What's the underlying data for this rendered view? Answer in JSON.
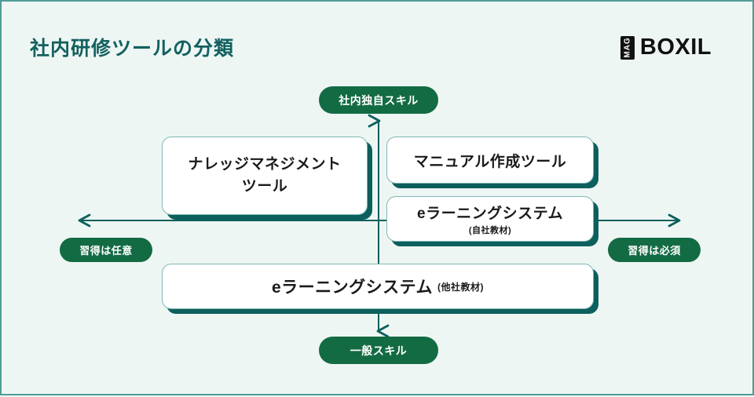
{
  "header": {
    "title": "社内研修ツールの分類",
    "logo": {
      "badge": "MAG",
      "name": "BOXIL"
    }
  },
  "theme": {
    "background": "#eef6f4",
    "border": "#4f9b96",
    "title_color": "#12615f",
    "pill_color": "#136b43",
    "card_shadow": "#0c5f5c",
    "card_border": "#7fb8b4",
    "axis_color": "#0c5f5c"
  },
  "diagram": {
    "type": "2x2-matrix",
    "axes": {
      "vertical": {
        "top_label": "社内独自スキル",
        "bottom_label": "一般スキル"
      },
      "horizontal": {
        "left_label": "習得は任意",
        "right_label": "習得は必須"
      }
    },
    "cards": [
      {
        "id": "knowledge-management-tool",
        "title": "ナレッジマネジメント",
        "title2": "ツール",
        "sub": "",
        "quadrant": "top-left"
      },
      {
        "id": "manual-creation-tool",
        "title": "マニュアル作成ツール",
        "sub": "",
        "quadrant": "top-right"
      },
      {
        "id": "elearning-own-materials",
        "title": "eラーニングシステム",
        "sub": "(自社教材)",
        "quadrant": "right-center"
      },
      {
        "id": "elearning-other-materials",
        "title": "eラーニングシステム",
        "sub": "(他社教材)",
        "quadrant": "bottom-span"
      }
    ]
  }
}
